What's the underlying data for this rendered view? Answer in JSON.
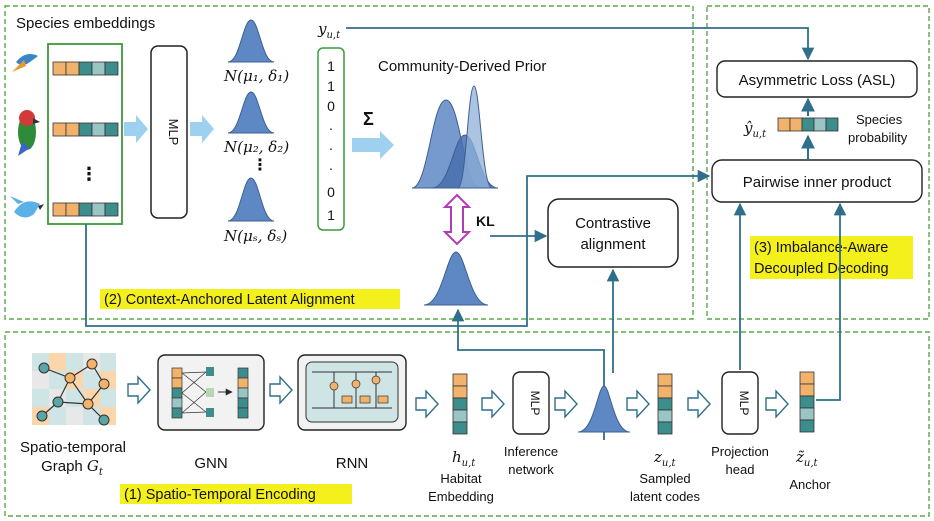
{
  "colors": {
    "dashed_border": "#5aa84a",
    "box_stroke": "#2a2a2a",
    "species_box": "#3a9b3a",
    "arrow_fill": "#9ed0ef",
    "flow_line": "#2f6f8a",
    "dist_fill": "#5e88c4",
    "highlight": "#f4f01c",
    "kl_arrow": "#b23bb7",
    "orange": "#f1b36b",
    "teal": "#3d8d8d",
    "light_teal": "#99c5c5"
  },
  "top_left": {
    "title": "Species embeddings",
    "mlp": "MLP",
    "dots": "⋮",
    "normals": [
      "N(μ₁, δ₁)",
      "N(μ₂, δ₂)",
      "N(μₛ, δₛ)"
    ],
    "y_label": "y",
    "y_sub": "u,t",
    "y_vector": [
      "1",
      "1",
      "0",
      ".",
      ".",
      ".",
      "0",
      "1"
    ],
    "sigma": "Σ",
    "prior_title": "Community-Derived Prior",
    "kl": "KL",
    "contrastive": [
      "Contrastive",
      "alignment"
    ],
    "section_label": "(2) Context-Anchored Latent Alignment"
  },
  "top_right": {
    "asl": "Asymmetric Loss (ASL)",
    "y_hat": "ŷ",
    "y_hat_sub": "u,t",
    "species_prob": [
      "Species",
      "probability"
    ],
    "pairwise": "Pairwise inner product",
    "section_label": [
      "(3) Imbalance-Aware",
      "Decoupled Decoding"
    ]
  },
  "bottom": {
    "graph_label": [
      "Spatio-temporal",
      "Graph "
    ],
    "graph_sym": "G",
    "graph_sub": "t",
    "gnn": "GNN",
    "rnn": "RNN",
    "h_sym": "h",
    "h_sub": "u,t",
    "h_label": [
      "Habitat",
      "Embedding"
    ],
    "mlp": "MLP",
    "inference": [
      "Inference",
      "network"
    ],
    "z_sym": "z",
    "z_sub": "u,t",
    "z_label": [
      "Sampled",
      "latent codes"
    ],
    "mlp2": "MLP",
    "projection": [
      "Projection",
      "head"
    ],
    "zt_sym": "z̃",
    "zt_sub": "u,t",
    "anchor": "Anchor",
    "section_label": "(1) Spatio-Temporal Encoding"
  }
}
